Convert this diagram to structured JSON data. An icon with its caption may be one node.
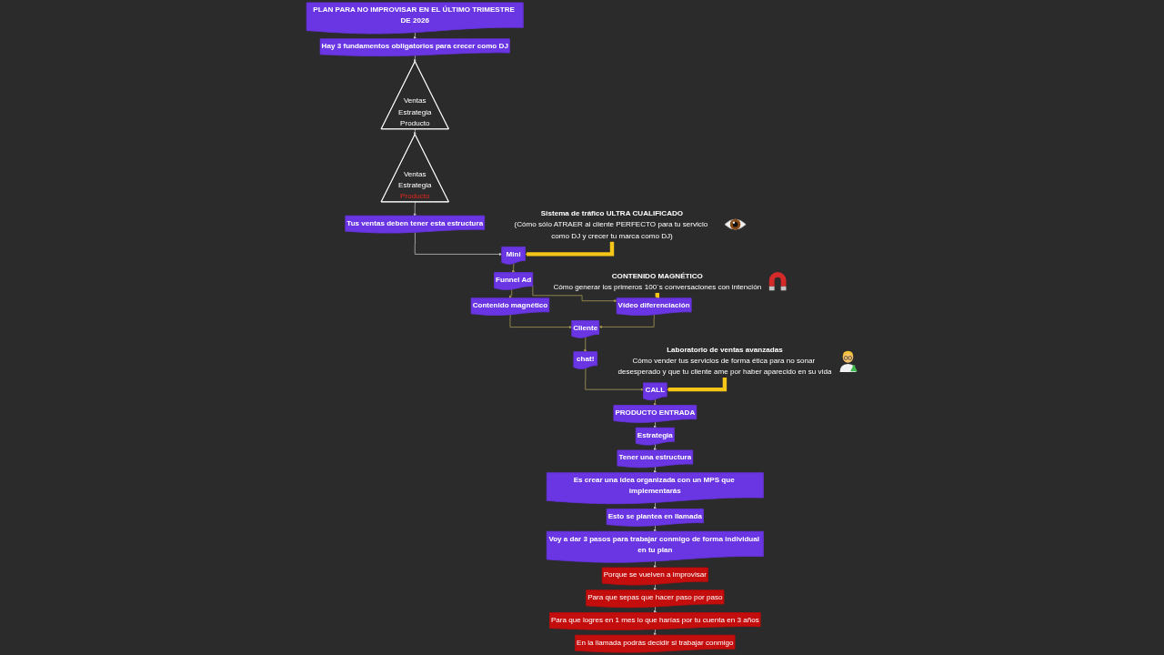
{
  "diagram": {
    "nodes": [
      {
        "text": [
          "PLAN PARA NO IMPROVISAR EN EL ÚLTIMO TRIMESTRE DE 2026"
        ]
      },
      {
        "text": [
          "Hay 3 fundamentos obligatorios para crecer como DJ"
        ]
      },
      {
        "text": [
          "Ventas",
          "Estrategia",
          "Producto"
        ]
      },
      {
        "text": [
          "Ventas",
          "Estrategia",
          "Producto"
        ]
      },
      {
        "text": [
          "Tus ventas deben tener esta estructura"
        ]
      },
      {
        "text": [
          "Mini"
        ]
      },
      {
        "text": [
          "Sistema de tráfico ULTRA CUALIFICADO",
          "(Cómo sólo ATRAER al cliente PERFECTO para tu servicio como DJ y crecer tu marca como DJ)"
        ]
      },
      {
        "text": [
          "Funnel Ad"
        ]
      },
      {
        "text": [
          "Contenido magnético"
        ]
      },
      {
        "text": [
          "Vídeo diferenciación"
        ]
      },
      {
        "text": [
          "CONTENIDO MAGNÉTICO",
          "Cómo generar los primeros 100´s conversaciones con intención"
        ]
      },
      {
        "text": [
          "Cliente"
        ]
      },
      {
        "text": [
          "chat!"
        ]
      },
      {
        "text": [
          "CALL"
        ]
      },
      {
        "text": [
          "Laboratorio de ventas avanzadas",
          "Cómo vender tus servicios de forma ética para no sonar desesperado y que tu cliente ame por haber aparecido en su vida"
        ]
      },
      {
        "text": [
          "PRODUCTO ENTRADA"
        ]
      },
      {
        "text": [
          "Estrategia"
        ]
      },
      {
        "text": [
          "Tener una estructura"
        ]
      },
      {
        "text": [
          "Es crear una idea organizada con un MPS que implementarás"
        ]
      },
      {
        "text": [
          "Esto se plantea en llamada"
        ]
      },
      {
        "text": [
          "Voy a dar 3 pasos para trabajar conmigo de forma individual en tu plan"
        ]
      },
      {
        "text": [
          "Porque se vuelven a improvisar"
        ]
      },
      {
        "text": [
          "Para que sepas que hacer paso por paso"
        ]
      },
      {
        "text": [
          "Para que logres en 1 mes lo que harías por tu cuenta en 3 años"
        ]
      },
      {
        "text": [
          "En la llamada podrás decidir si trabajar conmigo"
        ]
      }
    ],
    "edges": [
      {
        "from": 0,
        "to": 1,
        "arrow": "to"
      },
      {
        "from": 1,
        "to": 2,
        "arrow": "to"
      },
      {
        "from": 2,
        "to": 3,
        "arrow": "to"
      },
      {
        "from": 3,
        "to": 4,
        "arrow": "to"
      },
      {
        "from": 4,
        "to": 5,
        "arrow": "to"
      },
      {
        "from": 6,
        "to": 5,
        "arrow": "to",
        "style": "thick",
        "color": "#f5c518"
      },
      {
        "from": 5,
        "to": 7,
        "arrow": "to",
        "color": "#b3a45c"
      },
      {
        "from": 7,
        "to": 8,
        "arrow": "to",
        "color": "#b3a45c"
      },
      {
        "from": 7,
        "to": 9,
        "arrow": "to",
        "color": "#b3a45c"
      },
      {
        "from": 10,
        "to": 9,
        "arrow": "to",
        "style": "thick",
        "color": "#f5c518"
      },
      {
        "from": 8,
        "to": 11,
        "arrow": "to",
        "color": "#b3a45c"
      },
      {
        "from": 9,
        "to": 11,
        "arrow": "to",
        "color": "#b3a45c"
      },
      {
        "from": 11,
        "to": 12,
        "arrow": "to",
        "color": "#b3a45c"
      },
      {
        "from": 12,
        "to": 13,
        "arrow": "to",
        "color": "#b3a45c"
      },
      {
        "from": 14,
        "to": 13,
        "arrow": "to",
        "style": "thick",
        "color": "#f5c518"
      },
      {
        "from": 13,
        "to": 15,
        "arrow": "to",
        "color": "#b3a45c"
      },
      {
        "from": 15,
        "to": 16,
        "arrow": "to"
      },
      {
        "from": 16,
        "to": 17,
        "arrow": "to"
      },
      {
        "from": 17,
        "to": 18,
        "arrow": "to"
      },
      {
        "from": 18,
        "to": 19,
        "arrow": "to"
      },
      {
        "from": 19,
        "to": 20,
        "arrow": "to"
      },
      {
        "from": 20,
        "to": 21,
        "arrow": "to"
      },
      {
        "from": 21,
        "to": 22,
        "arrow": "to"
      },
      {
        "from": 22,
        "to": 23,
        "arrow": "to"
      },
      {
        "from": 23,
        "to": 24,
        "arrow": "to"
      }
    ]
  }
}
